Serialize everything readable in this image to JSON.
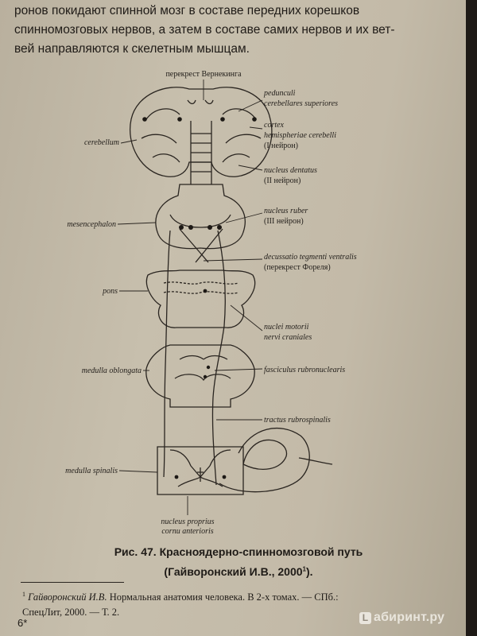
{
  "body_text": {
    "line1": "ронов покидают спинной мозг в составе передних корешков",
    "line2": "спинномозговых нервов, а затем в составе самих нервов и их вет-",
    "line3": "вей направляются к скелетным мышцам."
  },
  "figure": {
    "top_label": "перекрест Вернекинга",
    "left_labels": {
      "cerebellum": "cerebellum",
      "mesencephalon": "mesencephalon",
      "pons": "pons",
      "medulla_oblongata": "medulla oblongata",
      "medulla_spinalis": "medulla spinalis"
    },
    "right_labels": {
      "pedunculi_1": "pedunculi",
      "pedunculi_2": "cerebellares superiores",
      "cortex_1": "cortex",
      "cortex_2": "hemispheriae cerebelli",
      "cortex_3": "(I нейрон)",
      "dentatus_1": "nucleus dentatus",
      "dentatus_2": "(II нейрон)",
      "ruber_1": "nucleus ruber",
      "ruber_2": "(III нейрон)",
      "decussatio_1": "decussatio tegmenti ventralis",
      "decussatio_2": "(перекрест Фореля)",
      "motorii_1": "nuclei motorii",
      "motorii_2": "nervi craniales",
      "fasciculus": "fasciculus rubronuclearis",
      "tractus": "tractus rubrospinalis"
    },
    "bottom_label_1": "nucleus proprius",
    "bottom_label_2": "cornu anterioris"
  },
  "caption": {
    "number": "Рис. 47.",
    "title": "Красноядерно-спинномозговой путь",
    "source": "(Гайворонский И.В., 2000",
    "source_mark": "1",
    "source_end": ")."
  },
  "footnote": {
    "mark": "1",
    "author": "Гайворонский И.В.",
    "text_1": "Нормальная анатомия человека. В 2-х томах. — СПб.:",
    "text_2": "СпецЛит, 2000. — Т. 2."
  },
  "page_number": "6*",
  "watermark": {
    "logo_char": "L",
    "text": "абиринт.ру"
  }
}
